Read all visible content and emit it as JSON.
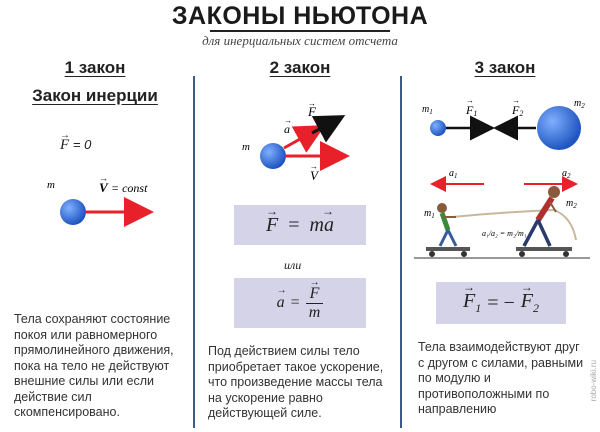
{
  "header": {
    "title": "ЗАКОНЫ НЬЮТОНА",
    "subtitle": "для инерциальных систем отсчета"
  },
  "law1": {
    "heading": "1 закон",
    "name": "Закон инерции",
    "formula_force": "= 0",
    "force_symbol": "F",
    "mass_label": "m",
    "velocity_symbol": "V",
    "velocity_text": "= const",
    "description": "Тела сохраняют состояние покоя или равномерного прямолинейного движения, пока на тело не действуют внешние силы или если действие сил скомпенсировано."
  },
  "law2": {
    "heading": "2 закон",
    "mass_label": "m",
    "accel_label": "a",
    "force_label": "F",
    "velocity_label": "V",
    "formula_main_left": "F",
    "formula_main_eq": "=",
    "formula_main_right": "ma",
    "or_text": "или",
    "formula_alt_left": "a",
    "formula_alt_eq": "=",
    "formula_alt_num": "F",
    "formula_alt_den": "m",
    "description": "Под действием силы тело приобретает такое ускорение, что произведение массы тела на ускорение равно действующей силе."
  },
  "law3": {
    "heading": "3 закон",
    "m1_label": "m",
    "m2_label": "m",
    "f1_label": "F",
    "f2_label": "F",
    "a1_label": "a",
    "a2_label": "a",
    "ratio_text": "a₁/a₂ = m₂/m₁",
    "formula_left": "F",
    "formula_eq": "= −",
    "formula_right": "F",
    "description": "Тела взаимодействуют друг с другом с силами, равными по модулю и противоположными по направлению"
  },
  "watermark": "robo-wiki.ru",
  "colors": {
    "arrow_red": "#e8202a",
    "ball_blue": "#2f6fd6",
    "divider": "#3b5a88",
    "formula_bg": "#d5d3e8"
  }
}
